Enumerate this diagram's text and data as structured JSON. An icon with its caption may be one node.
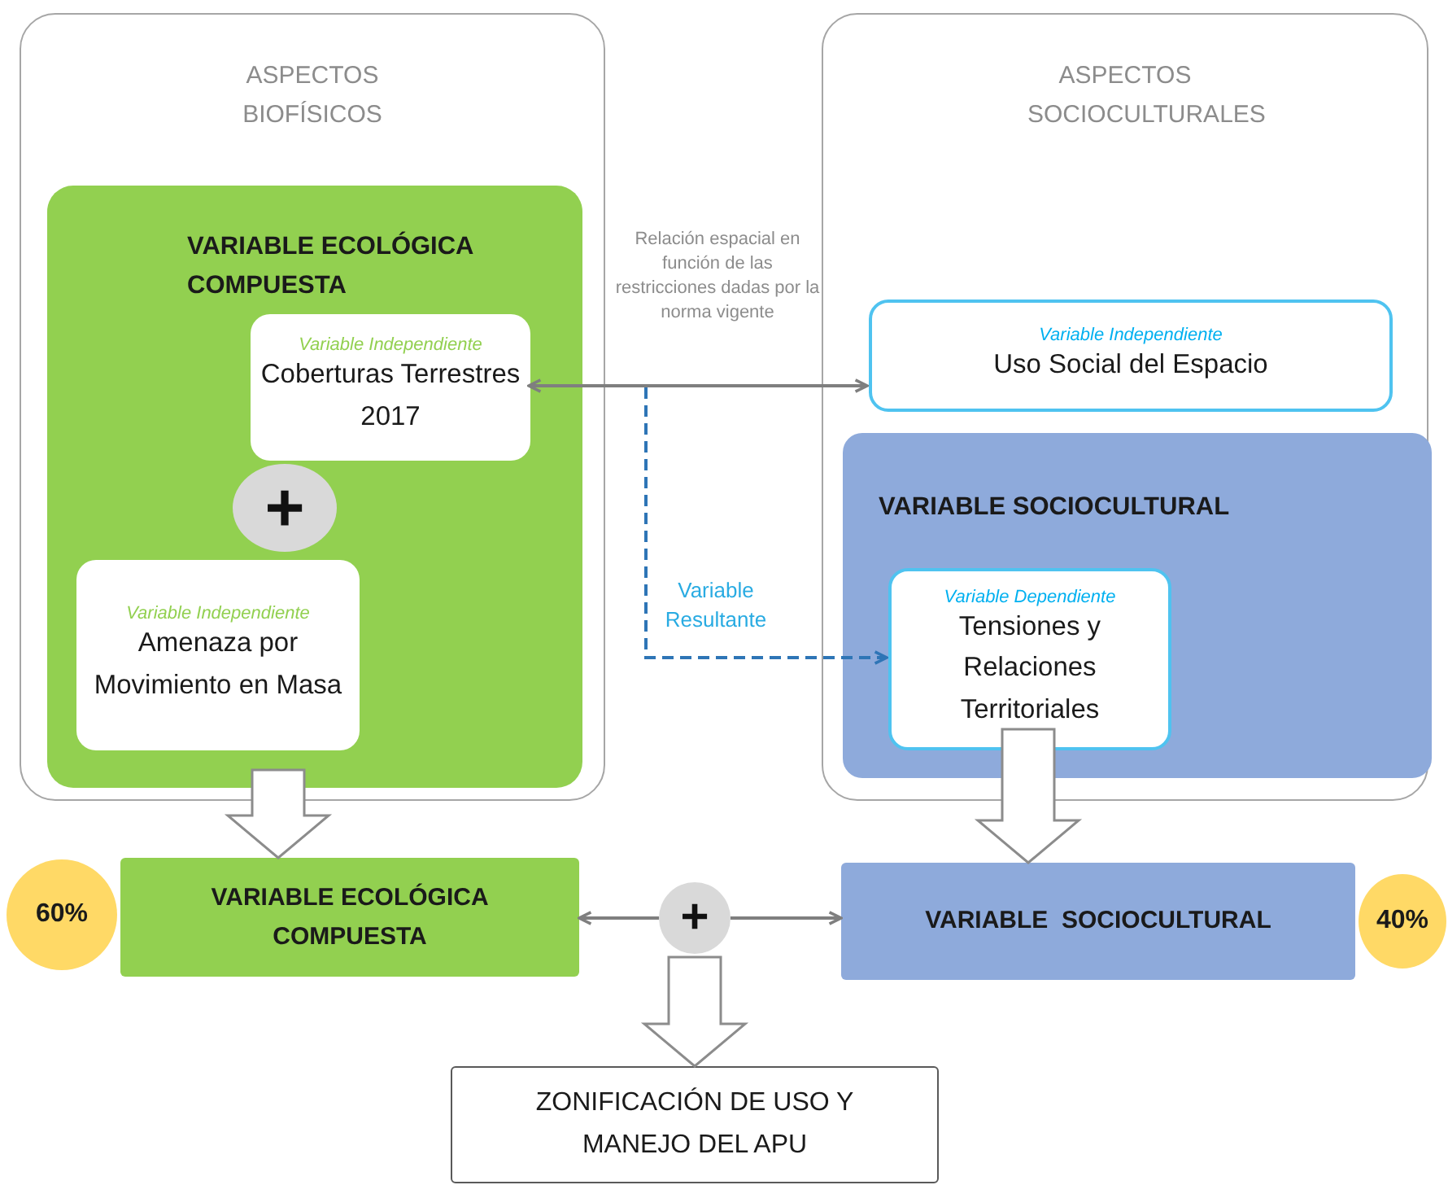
{
  "diagram": {
    "nodes": [
      {
        "text": [
          "ASPECTOS BIOFÍSICOS"
        ]
      },
      {
        "text": [
          "VARIABLE ECOLÓGICA COMPUESTA"
        ],
        "in": 0
      },
      {
        "text": [
          "Variable Independiente",
          "Coberturas Terrestres 2017"
        ],
        "in": 1
      },
      {
        "text": [
          "+"
        ],
        "in": 1
      },
      {
        "text": [
          "Variable Independiente",
          "Amenaza por Movimiento en Masa"
        ],
        "in": 1
      },
      {
        "text": [
          "ASPECTOS SOCIOCULTURALES"
        ]
      },
      {
        "text": [
          "Variable Independiente",
          "Uso Social del Espacio"
        ],
        "in": 5
      },
      {
        "text": [
          "VARIABLE  SOCIOCULTURAL"
        ],
        "in": 5
      },
      {
        "text": [
          "Variable Dependiente",
          "Tensiones y Relaciones Territoriales"
        ],
        "in": 7
      },
      {
        "text": [
          "VARIABLE ECOLÓGICA COMPUESTA"
        ]
      },
      {
        "text": [
          "60%"
        ]
      },
      {
        "text": [
          "+"
        ]
      },
      {
        "text": [
          "VARIABLE  SOCIOCULTURAL"
        ]
      },
      {
        "text": [
          "40%"
        ]
      },
      {
        "text": [
          "ZONIFICACIÓN DE USO Y MANEJO DEL APU"
        ]
      }
    ],
    "edges": [
      {
        "from": 2,
        "to": 6,
        "arrow": "both",
        "label": "Relación espacial en función de las restricciones dadas por la norma vigente"
      },
      {
        "from": null,
        "to": 8,
        "arrow": "to",
        "label": "Variable Resultante",
        "style": "dashed",
        "color": "#2e75b6"
      },
      {
        "from": 1,
        "to": 9,
        "arrow": "to",
        "style": "thick"
      },
      {
        "from": 8,
        "to": 12,
        "arrow": "to",
        "style": "thick"
      },
      {
        "from": 11,
        "to": 9,
        "arrow": "to"
      },
      {
        "from": 11,
        "to": 12,
        "arrow": "to"
      },
      {
        "from": 11,
        "to": 14,
        "arrow": "to",
        "style": "thick"
      }
    ]
  }
}
